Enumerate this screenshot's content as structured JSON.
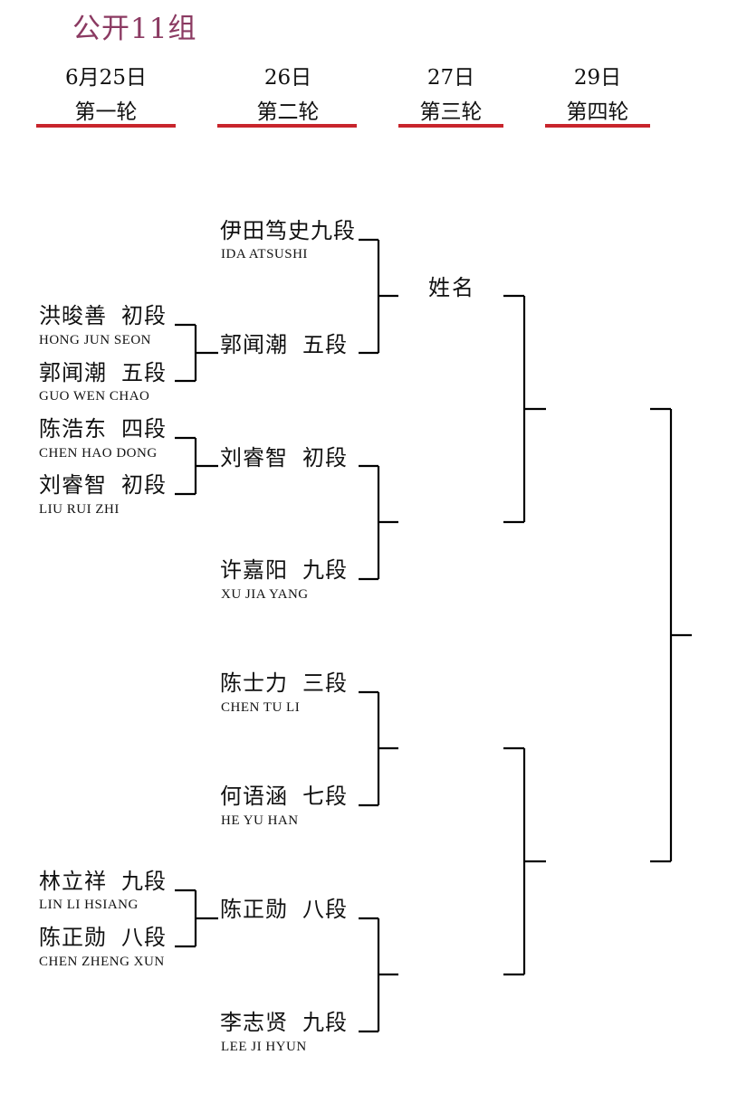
{
  "title": "公开11组",
  "rounds": [
    {
      "date": "6月25日",
      "label": "第一轮"
    },
    {
      "date": "26日",
      "label": "第二轮"
    },
    {
      "date": "27日",
      "label": "第三轮"
    },
    {
      "date": "29日",
      "label": "第四轮"
    }
  ],
  "round1": [
    {
      "cn": "洪晙善",
      "rank": "初段",
      "en": "HONG JUN SEON"
    },
    {
      "cn": "郭闻潮",
      "rank": "五段",
      "en": "GUO WEN CHAO"
    },
    {
      "cn": "陈浩东",
      "rank": "四段",
      "en": "CHEN HAO DONG"
    },
    {
      "cn": "刘睿智",
      "rank": "初段",
      "en": "LIU RUI ZHI"
    },
    {
      "cn": "林立祥",
      "rank": "九段",
      "en": "LIN LI HSIANG"
    },
    {
      "cn": "陈正勋",
      "rank": "八段",
      "en": "CHEN ZHENG XUN"
    }
  ],
  "round2": [
    {
      "cn": "伊田笃史",
      "rank": "九段",
      "en": "IDA  ATSUSHI"
    },
    {
      "cn": "郭闻潮",
      "rank": "五段",
      "en": ""
    },
    {
      "cn": "刘睿智",
      "rank": "初段",
      "en": ""
    },
    {
      "cn": "许嘉阳",
      "rank": "九段",
      "en": "XU JIA YANG"
    },
    {
      "cn": "陈士力",
      "rank": "三段",
      "en": "CHEN TU LI"
    },
    {
      "cn": "何语涵",
      "rank": "七段",
      "en": "HE YU HAN"
    },
    {
      "cn": "陈正勋",
      "rank": "八段",
      "en": ""
    },
    {
      "cn": "李志贤",
      "rank": "九段",
      "en": "LEE JI HYUN"
    }
  ],
  "round3": {
    "placeholder": "姓名"
  }
}
